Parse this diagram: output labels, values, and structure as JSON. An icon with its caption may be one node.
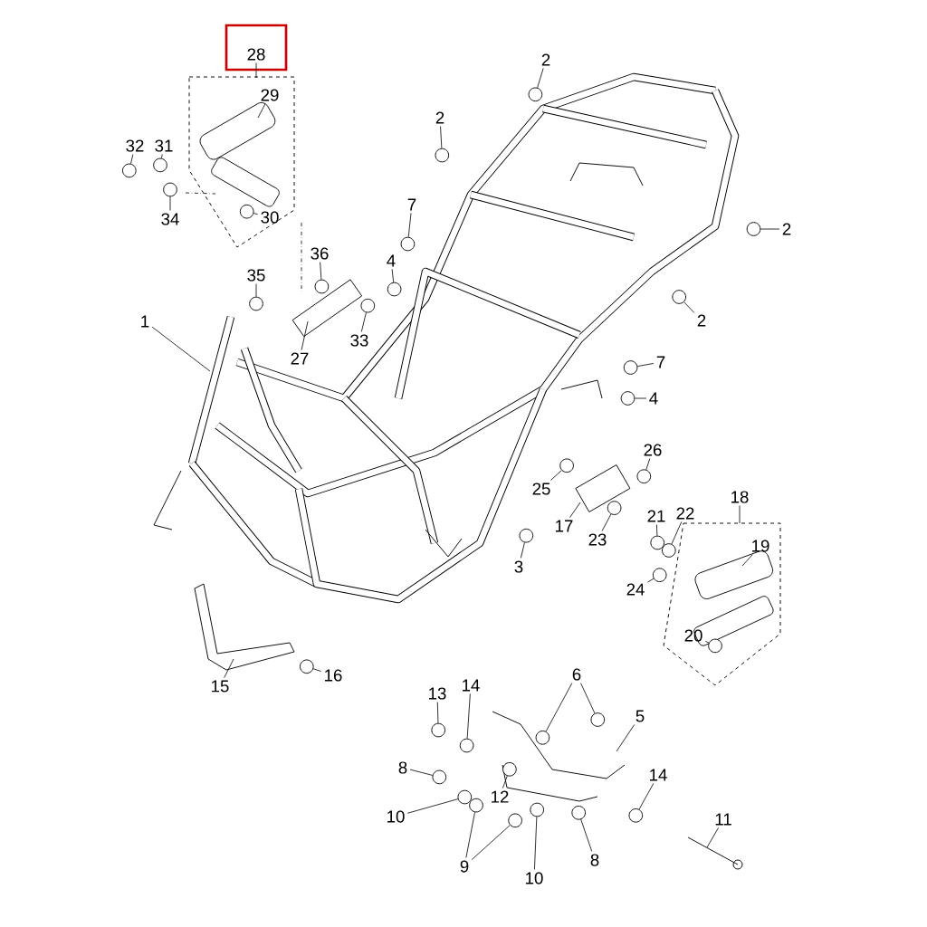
{
  "diagram": {
    "nodes": [
      {
        "text": [
          "28"
        ]
      },
      {
        "text": [
          "29"
        ]
      },
      {
        "text": [
          "32"
        ]
      },
      {
        "text": [
          "31"
        ]
      },
      {
        "text": [
          "34"
        ]
      },
      {
        "text": [
          "30"
        ]
      },
      {
        "text": [
          "2"
        ]
      },
      {
        "text": [
          "2"
        ]
      },
      {
        "text": [
          "7"
        ]
      },
      {
        "text": [
          "4"
        ]
      },
      {
        "text": [
          "36"
        ]
      },
      {
        "text": [
          "35"
        ]
      },
      {
        "text": [
          "1"
        ]
      },
      {
        "text": [
          "27"
        ]
      },
      {
        "text": [
          "33"
        ]
      },
      {
        "text": [
          "2"
        ]
      },
      {
        "text": [
          "2"
        ]
      },
      {
        "text": [
          "7"
        ]
      },
      {
        "text": [
          "4"
        ]
      },
      {
        "text": [
          "26"
        ]
      },
      {
        "text": [
          "25"
        ]
      },
      {
        "text": [
          "17"
        ]
      },
      {
        "text": [
          "23"
        ]
      },
      {
        "text": [
          "3"
        ]
      },
      {
        "text": [
          "18"
        ]
      },
      {
        "text": [
          "21"
        ]
      },
      {
        "text": [
          "22"
        ]
      },
      {
        "text": [
          "19"
        ]
      },
      {
        "text": [
          "24"
        ]
      },
      {
        "text": [
          "20"
        ]
      },
      {
        "text": [
          "15"
        ]
      },
      {
        "text": [
          "16"
        ]
      },
      {
        "text": [
          "13"
        ]
      },
      {
        "text": [
          "14"
        ]
      },
      {
        "text": [
          "6"
        ]
      },
      {
        "text": [
          "5"
        ]
      },
      {
        "text": [
          "8"
        ]
      },
      {
        "text": [
          "12"
        ]
      },
      {
        "text": [
          "10"
        ]
      },
      {
        "text": [
          "9"
        ]
      },
      {
        "text": [
          "14"
        ]
      },
      {
        "text": [
          "11"
        ]
      },
      {
        "text": [
          "10"
        ]
      },
      {
        "text": [
          "8"
        ]
      },
      {
        "text": [],
        "shape": "circle"
      },
      {
        "text": [],
        "shape": "circle"
      },
      {
        "text": [],
        "shape": "circle"
      },
      {
        "text": [],
        "shape": "circle"
      },
      {
        "text": [],
        "shape": "circle"
      },
      {
        "text": [],
        "shape": "circle"
      },
      {
        "text": [],
        "shape": "circle"
      },
      {
        "text": [],
        "shape": "circle"
      },
      {
        "text": [],
        "shape": "circle"
      },
      {
        "text": [],
        "shape": "circle"
      },
      {
        "text": [],
        "shape": "circle"
      },
      {
        "text": [],
        "shape": "circle"
      },
      {
        "text": [],
        "shape": "circle"
      },
      {
        "text": [],
        "shape": "circle"
      },
      {
        "text": [],
        "shape": "circle"
      },
      {
        "text": [],
        "shape": "circle"
      },
      {
        "text": [],
        "shape": "circle"
      },
      {
        "text": [],
        "shape": "circle"
      },
      {
        "text": [],
        "shape": "circle"
      },
      {
        "text": [],
        "shape": "circle"
      },
      {
        "text": [],
        "shape": "circle"
      },
      {
        "text": [],
        "shape": "circle"
      },
      {
        "text": [],
        "shape": "circle"
      },
      {
        "text": [],
        "shape": "circle"
      },
      {
        "text": [],
        "shape": "circle"
      },
      {
        "text": [],
        "shape": "circle"
      },
      {
        "text": [],
        "shape": "circle"
      },
      {
        "text": [],
        "shape": "circle"
      },
      {
        "text": [],
        "shape": "circle"
      },
      {
        "text": [],
        "shape": "circle"
      },
      {
        "text": [],
        "shape": "circle"
      },
      {
        "text": [],
        "shape": "circle"
      },
      {
        "text": [],
        "shape": "circle"
      },
      {
        "text": [],
        "shape": "circle"
      },
      {
        "text": [],
        "shape": "circle"
      },
      {
        "text": [],
        "shape": "circle"
      }
    ],
    "edges": [
      {
        "from": 0,
        "to": null,
        "arrow": "none"
      },
      {
        "from": 1,
        "to": null,
        "arrow": "none"
      },
      {
        "from": 2,
        "to": 44,
        "arrow": "none"
      },
      {
        "from": 3,
        "to": 45,
        "arrow": "none"
      },
      {
        "from": 4,
        "to": 46,
        "arrow": "none"
      },
      {
        "from": 5,
        "to": 47,
        "arrow": "none"
      },
      {
        "from": 6,
        "to": 48,
        "arrow": "none"
      },
      {
        "from": 7,
        "to": 49,
        "arrow": "none"
      },
      {
        "from": 8,
        "to": 50,
        "arrow": "none"
      },
      {
        "from": 9,
        "to": 51,
        "arrow": "none"
      },
      {
        "from": 10,
        "to": 52,
        "arrow": "none"
      },
      {
        "from": 11,
        "to": 53,
        "arrow": "none"
      },
      {
        "from": 12,
        "to": null,
        "arrow": "none"
      },
      {
        "from": 13,
        "to": null,
        "arrow": "none"
      },
      {
        "from": 14,
        "to": 54,
        "arrow": "none"
      },
      {
        "from": 15,
        "to": 55,
        "arrow": "none"
      },
      {
        "from": 16,
        "to": 56,
        "arrow": "none"
      },
      {
        "from": 17,
        "to": 57,
        "arrow": "none"
      },
      {
        "from": 18,
        "to": 58,
        "arrow": "none"
      },
      {
        "from": 19,
        "to": 59,
        "arrow": "none"
      },
      {
        "from": 20,
        "to": 60,
        "arrow": "none"
      },
      {
        "from": 21,
        "to": null,
        "arrow": "none"
      },
      {
        "from": 22,
        "to": 61,
        "arrow": "none"
      },
      {
        "from": 23,
        "to": 62,
        "arrow": "none"
      },
      {
        "from": 24,
        "to": null,
        "arrow": "none"
      },
      {
        "from": 25,
        "to": 63,
        "arrow": "none"
      },
      {
        "from": 26,
        "to": 64,
        "arrow": "none"
      },
      {
        "from": 27,
        "to": null,
        "arrow": "none"
      },
      {
        "from": 28,
        "to": 65,
        "arrow": "none"
      },
      {
        "from": 29,
        "to": 66,
        "arrow": "none"
      },
      {
        "from": 30,
        "to": null,
        "arrow": "none"
      },
      {
        "from": 31,
        "to": 67,
        "arrow": "none"
      },
      {
        "from": 32,
        "to": 68,
        "arrow": "none"
      },
      {
        "from": 33,
        "to": 69,
        "arrow": "none"
      },
      {
        "from": 34,
        "to": 70,
        "arrow": "none"
      },
      {
        "from": 34,
        "to": 71,
        "arrow": "none"
      },
      {
        "from": 35,
        "to": null,
        "arrow": "none"
      },
      {
        "from": 36,
        "to": 72,
        "arrow": "none"
      },
      {
        "from": 37,
        "to": 73,
        "arrow": "none"
      },
      {
        "from": 38,
        "to": 74,
        "arrow": "none"
      },
      {
        "from": 39,
        "to": 75,
        "arrow": "none"
      },
      {
        "from": 39,
        "to": 76,
        "arrow": "none"
      },
      {
        "from": 40,
        "to": 77,
        "arrow": "none"
      },
      {
        "from": 41,
        "to": null,
        "arrow": "none"
      },
      {
        "from": 42,
        "to": 78,
        "arrow": "none"
      },
      {
        "from": 43,
        "to": 79,
        "arrow": "none"
      }
    ]
  }
}
